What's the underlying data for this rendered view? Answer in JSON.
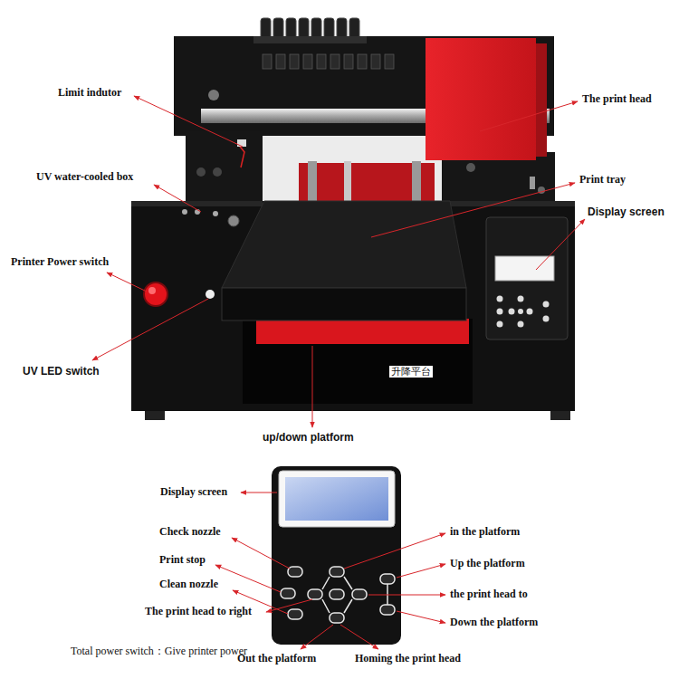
{
  "diagram": {
    "labels": [
      "Limit indutor",
      "The print head",
      "UV water-cooled box",
      "Print tray",
      "Display screen",
      "Printer Power switch",
      "UV LED switch",
      "升降平台",
      "up/down platform",
      "Display screen",
      "Check nozzle",
      "in the platform",
      "Print stop",
      "Up the platform",
      "Clean nozzle",
      "the print head to",
      "The print head to right",
      "Down the platform",
      "Total power switch：Give printer power",
      "Out the platform",
      "Homing the print head"
    ]
  }
}
